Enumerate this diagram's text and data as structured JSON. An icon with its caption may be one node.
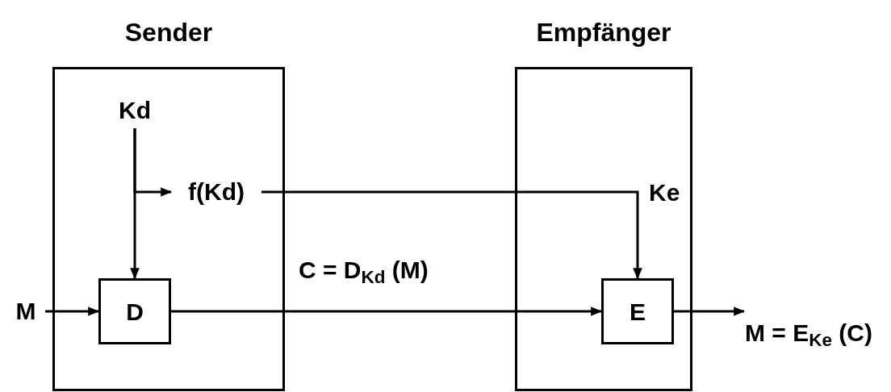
{
  "diagram": {
    "nodes": [
      {
        "text": [
          "Sender"
        ]
      },
      {
        "text": [
          "Empfänger"
        ]
      },
      {
        "text": [
          "Kd"
        ],
        "in": 0
      },
      {
        "text": [
          "f(Kd)"
        ],
        "in": 0
      },
      {
        "text": [
          "D"
        ],
        "in": 0
      },
      {
        "text": [
          "M"
        ]
      },
      {
        "text": [
          "E"
        ],
        "in": 1
      },
      {
        "text": [
          "M = E$_{Ke}$ (C)"
        ]
      }
    ],
    "edges": [
      {
        "from": 2,
        "to": 3,
        "arrow": "to"
      },
      {
        "from": 2,
        "to": 4,
        "arrow": "to"
      },
      {
        "from": 5,
        "to": 4,
        "arrow": "to"
      },
      {
        "from": 4,
        "to": 6,
        "arrow": "to",
        "label": "C = D$_{Kd}$ (M)"
      },
      {
        "from": 3,
        "to": 6,
        "arrow": "to",
        "label": "Ke"
      },
      {
        "from": 6,
        "to": 7,
        "arrow": "to"
      }
    ]
  }
}
